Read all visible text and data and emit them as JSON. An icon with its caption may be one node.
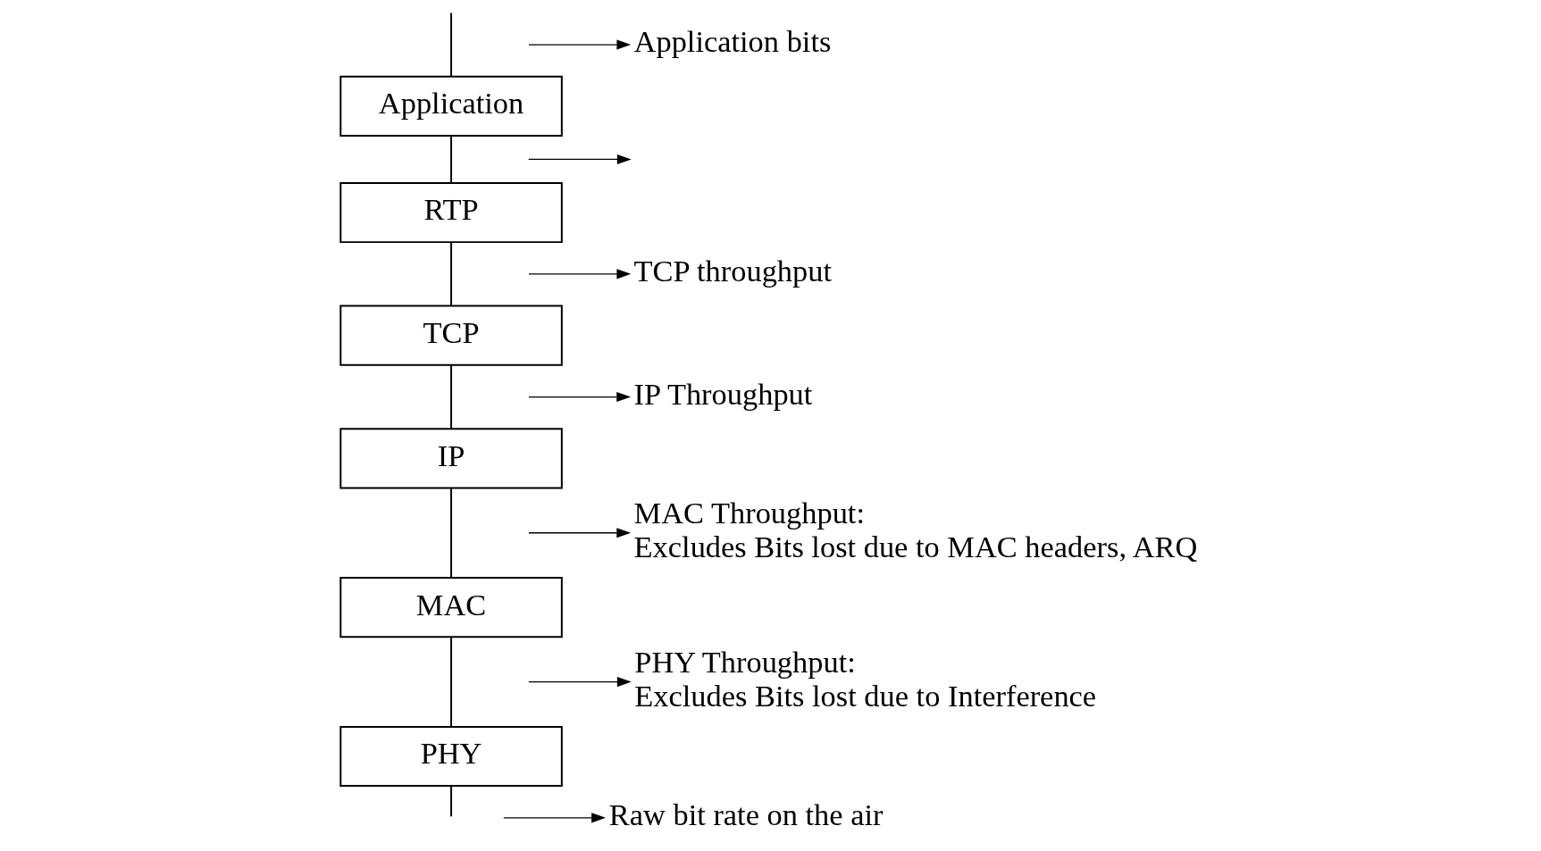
{
  "diagram": {
    "nodes": [
      {
        "text": [
          "Application"
        ]
      },
      {
        "text": [
          "RTP"
        ]
      },
      {
        "text": [
          "TCP"
        ]
      },
      {
        "text": [
          "IP"
        ]
      },
      {
        "text": [
          "MAC"
        ]
      },
      {
        "text": [
          "PHY"
        ]
      },
      {
        "text": [
          "Application bits"
        ]
      },
      {
        "text": [
          "TCP throughput"
        ]
      },
      {
        "text": [
          "IP Throughput"
        ]
      },
      {
        "text": [
          "MAC Throughput:",
          "Excludes Bits lost due to MAC headers, ARQ"
        ]
      },
      {
        "text": [
          "PHY Throughput:",
          "Excludes Bits lost due to Interference"
        ]
      },
      {
        "text": [
          "Raw bit rate on the air"
        ]
      }
    ],
    "edges": [
      {
        "from": null,
        "to": 0,
        "arrow": "none"
      },
      {
        "from": 0,
        "to": 1,
        "arrow": "none"
      },
      {
        "from": 1,
        "to": 2,
        "arrow": "none"
      },
      {
        "from": 2,
        "to": 3,
        "arrow": "none"
      },
      {
        "from": 3,
        "to": 4,
        "arrow": "none"
      },
      {
        "from": 4,
        "to": 5,
        "arrow": "none"
      },
      {
        "from": 5,
        "to": null,
        "arrow": "none"
      },
      {
        "from": null,
        "to": 6,
        "arrow": "to"
      },
      {
        "from": null,
        "to": 7,
        "arrow": "to"
      },
      {
        "from": null,
        "to": 8,
        "arrow": "to"
      },
      {
        "from": null,
        "to": 9,
        "arrow": "to"
      },
      {
        "from": null,
        "to": 10,
        "arrow": "to"
      },
      {
        "from": null,
        "to": 11,
        "arrow": "to"
      }
    ]
  }
}
